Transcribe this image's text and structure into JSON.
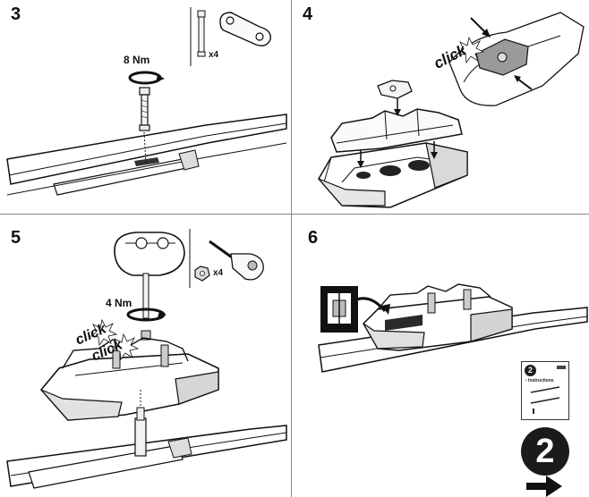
{
  "steps": [
    {
      "number": "3",
      "torque": "8 Nm",
      "quantity": "x4"
    },
    {
      "number": "4",
      "click": "click"
    },
    {
      "number": "5",
      "torque": "4 Nm",
      "quantity": "x4",
      "click_1": "click",
      "click_2": "click"
    },
    {
      "number": "6",
      "booklet_number": "2",
      "booklet_title": "› Instructions",
      "next_step": "2"
    }
  ]
}
